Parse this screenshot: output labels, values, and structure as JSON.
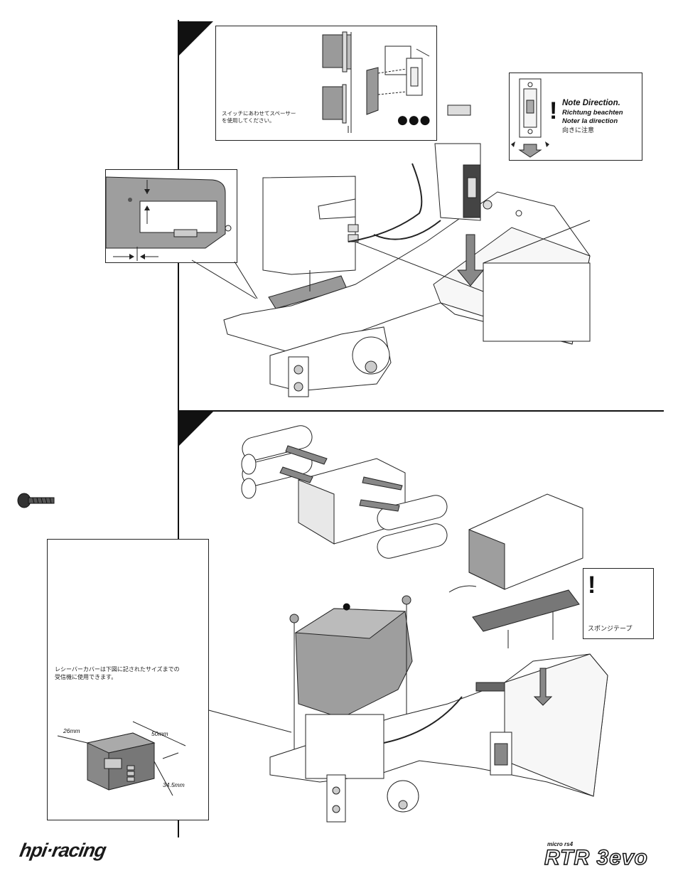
{
  "step1": {
    "spacer_note_jp": [
      "スイッチにあわせてスペーサー",
      "を使用してください。"
    ],
    "dots": "●●●",
    "note_title": "Note Direction.",
    "note_de": "Richtung beachten",
    "note_fr": "Noter la direction",
    "note_jp": "向きに注意",
    "exclamation": "!"
  },
  "step2": {
    "sponge_label": "スポンジテープ",
    "exclamation": "!",
    "dot": "●",
    "receiver_note_jp": [
      "レシーバーカバーは下図に記されたサイズまでの",
      "受信機に使用できます。"
    ],
    "dim_width": "26mm",
    "dim_length": "50mm",
    "dim_height": "34.5mm"
  },
  "footer": {
    "left_logo": "hpi·racing",
    "right_logo_small": "micro rs4",
    "right_logo_main": "RTR 3evo"
  }
}
